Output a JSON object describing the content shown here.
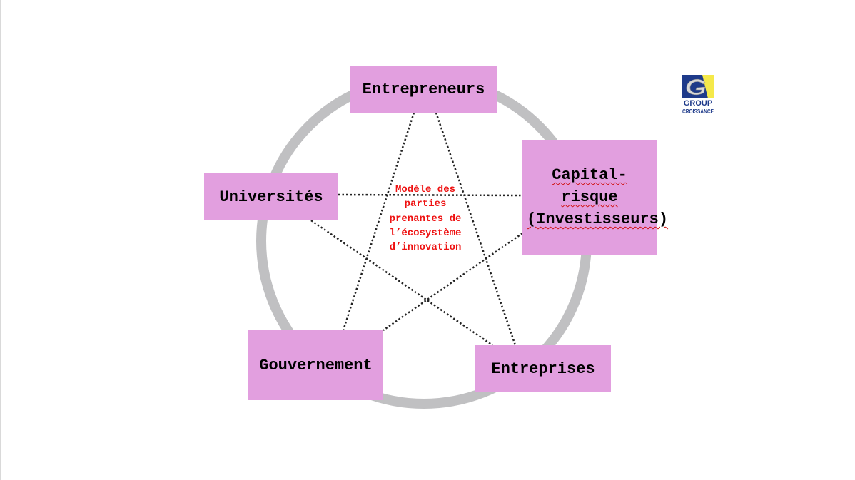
{
  "diagram": {
    "center_label": "Modèle des parties prenantes de l’écosystème d’innovation",
    "nodes": {
      "entrepreneurs": "Entrepreneurs",
      "capital_risque": "Capital-risque (Investisseurs)",
      "universites": "Universités",
      "gouvernement": "Gouvernement",
      "entreprises": "Entreprises"
    },
    "colors": {
      "node_fill": "#e29fdf",
      "ring": "#c0c0c2",
      "center_text": "#ee1111",
      "connector": "#222222"
    }
  },
  "logo": {
    "text_line1": "GROUP",
    "text_line2": "CROISSANCE",
    "colors": {
      "blue": "#1e3a8a",
      "yellow": "#f5e94a"
    }
  }
}
